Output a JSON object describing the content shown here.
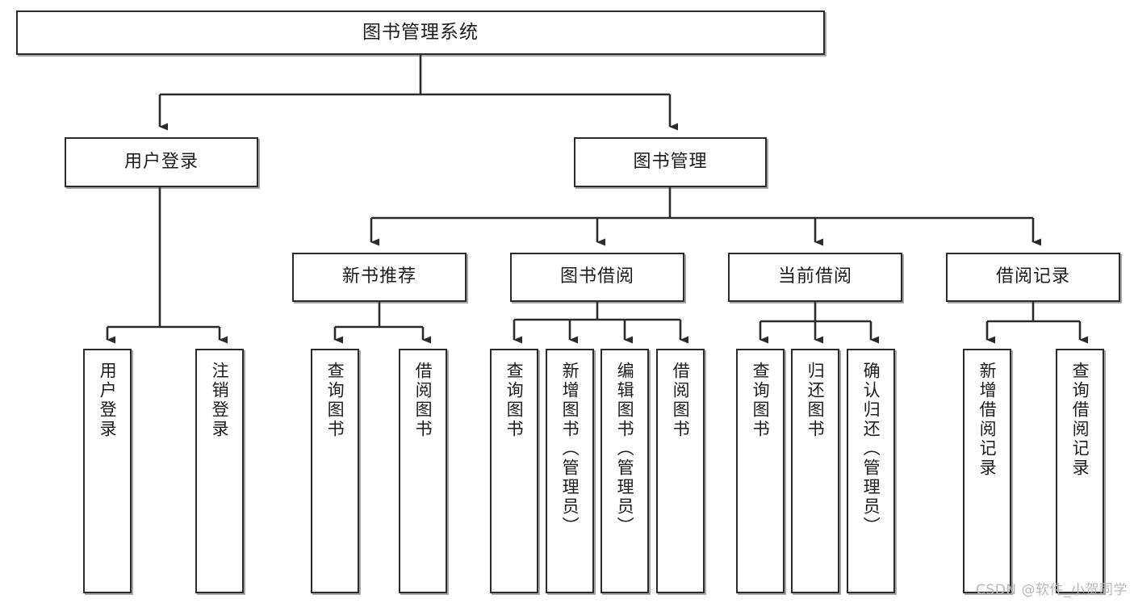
{
  "diagram": {
    "type": "tree-structure-chart",
    "title": "图书管理系统",
    "watermark": "CSDN @软件_小贺同学",
    "colors": {
      "box_border": "#2b2b2b",
      "box_fill": "#ffffff",
      "connector": "#2b2b2b",
      "watermark": "#b8b8b8"
    },
    "nodes": {
      "root": {
        "label": "图书管理系统"
      },
      "level2": [
        {
          "id": "user-login",
          "label": "用户登录"
        },
        {
          "id": "book-manage",
          "label": "图书管理"
        }
      ],
      "level3": [
        {
          "id": "new-book-rec",
          "label": "新书推荐"
        },
        {
          "id": "book-borrow",
          "label": "图书借阅"
        },
        {
          "id": "current-borrow",
          "label": "当前借阅"
        },
        {
          "id": "borrow-record",
          "label": "借阅记录"
        }
      ],
      "leaves": [
        {
          "id": "leaf-user-login",
          "parent": "user-login",
          "label": "用户登录"
        },
        {
          "id": "leaf-logout",
          "parent": "user-login",
          "label": "注销登录"
        },
        {
          "id": "leaf-query-book-1",
          "parent": "new-book-rec",
          "label": "查询图书"
        },
        {
          "id": "leaf-borrow-book-1",
          "parent": "new-book-rec",
          "label": "借阅图书"
        },
        {
          "id": "leaf-query-book-2",
          "parent": "book-borrow",
          "label": "查询图书"
        },
        {
          "id": "leaf-add-book",
          "parent": "book-borrow",
          "label": "新增图书（管理员）"
        },
        {
          "id": "leaf-edit-book",
          "parent": "book-borrow",
          "label": "编辑图书（管理员）"
        },
        {
          "id": "leaf-borrow-book-2",
          "parent": "book-borrow",
          "label": "借阅图书"
        },
        {
          "id": "leaf-query-book-3",
          "parent": "current-borrow",
          "label": "查询图书"
        },
        {
          "id": "leaf-return-book",
          "parent": "current-borrow",
          "label": "归还图书"
        },
        {
          "id": "leaf-confirm-return",
          "parent": "current-borrow",
          "label": "确认归还（管理员）"
        },
        {
          "id": "leaf-add-record",
          "parent": "borrow-record",
          "label": "新增借阅记录"
        },
        {
          "id": "leaf-query-record",
          "parent": "borrow-record",
          "label": "查询借阅记录"
        }
      ]
    }
  }
}
